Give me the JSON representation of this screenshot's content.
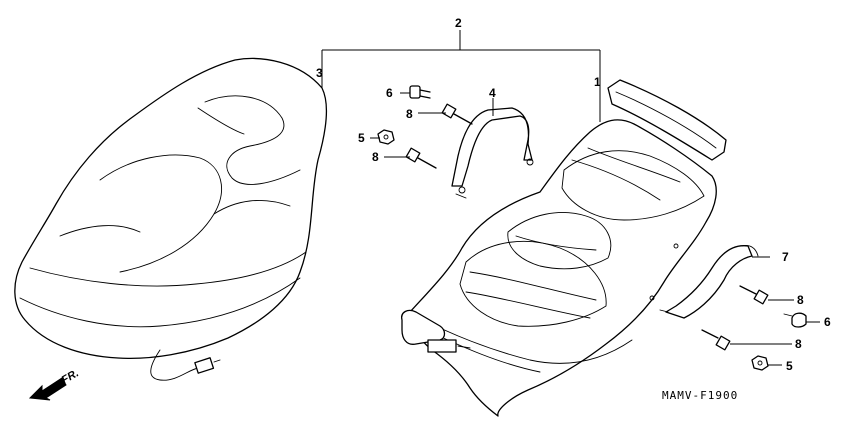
{
  "callouts": {
    "c1": "1",
    "c2": "2",
    "c3": "3",
    "c4": "4",
    "c5a": "5",
    "c5b": "5",
    "c6a": "6",
    "c6b": "6",
    "c7": "7",
    "c8a": "8",
    "c8b": "8",
    "c8c": "8",
    "c8d": "8"
  },
  "diagram_code": "MAMV-F1900",
  "direction_label": "FR."
}
